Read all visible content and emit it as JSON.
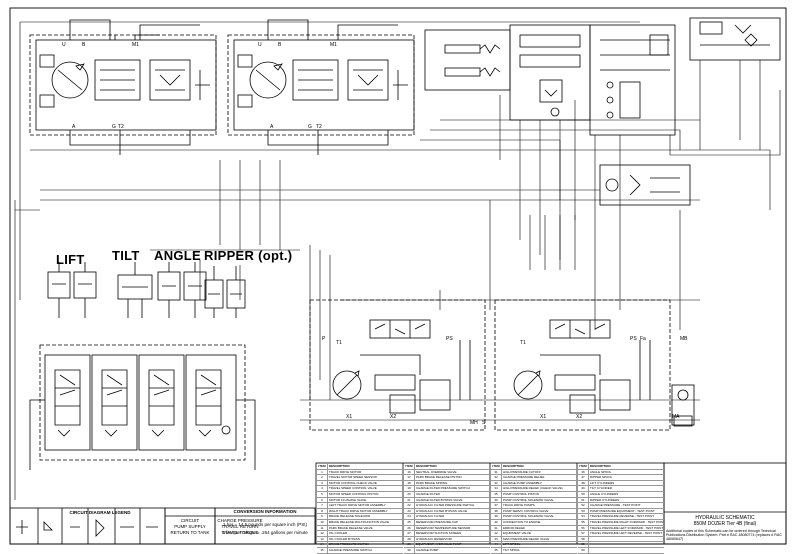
{
  "section_labels": {
    "lift": "LIFT",
    "tilt": "TILT",
    "angle": "ANGLE",
    "ripper": "RIPPER (opt.)"
  },
  "port_labels": {
    "u": "U",
    "b": "B",
    "m1": "M1",
    "a": "A",
    "g": "G",
    "t2": "T2",
    "t1": "T1",
    "p": "P",
    "ps": "PS",
    "x1": "X1",
    "x2": "X2",
    "mb": "MB",
    "s": "S",
    "fa": "Fa",
    "ma": "MA",
    "mh": "MH"
  },
  "title_block": {
    "title_line1": "HYDRAULIC SCHEMATIC",
    "title_line2": "850M DOZER Tier 4B (final)",
    "note": "Additional copies of this Schematic can be ordered through Technical Publications Distribution System. Part # RAC 48080774 (replaces # RAC 48080647)"
  },
  "conversion": {
    "title": "CONVERSION INFORMATION",
    "line1": "1 bar = 14.5 pounds per square inch (PSI)",
    "line2": "1 liter per minute = .264 gallons per minute"
  },
  "legend": {
    "title": "CIRCUIT DIAGRAM LEGEND",
    "items": [
      "CIRCUIT",
      "PUMP SUPPLY",
      "RETURN TO TANK",
      "CHARGE PRESSURE",
      "TRAVEL RETURN",
      "TRAVEL TORQUE"
    ]
  },
  "parts_table": {
    "header": [
      "ITEM",
      "DESCRIPTION"
    ],
    "columns": [
      [
        [
          "1",
          "TRACK DRIVE MOTOR"
        ],
        [
          "2",
          "TRAVEL MOTOR SPEED SENSOR"
        ],
        [
          "3",
          "MOTOR CONTROL CHECK VALVE"
        ],
        [
          "4",
          "TRAVEL SPEED CONTROL VALVE"
        ],
        [
          "5",
          "MOTOR SPEED CONTROL PISTON"
        ],
        [
          "6",
          "MOTOR FLUSHING VALVE"
        ],
        [
          "7",
          "LEFT TRACK DRIVE MOTOR ASSEMBLY"
        ],
        [
          "8",
          "RIGHT TRACK DRIVE MOTOR ASSEMBLY"
        ],
        [
          "9",
          "BRAKE RELEASE SOLENOID"
        ],
        [
          "10",
          "BRAKE RELEASE MULTIFUNCTION VALVE"
        ],
        [
          "11",
          "PARK BRAKE RELEASE VALVE"
        ],
        [
          "12",
          "OIL COOLER"
        ],
        [
          "13",
          "OIL COOLER BYPASS"
        ],
        [
          "14",
          "BRAKE PRESSURE SWITCH"
        ],
        [
          "15",
          "CHARGE PRESSURE SWITCH"
        ]
      ],
      [
        [
          "16",
          "NEUTRAL OVERRIDE VALVE"
        ],
        [
          "17",
          "PARK BRAKE RELEASE PISTON"
        ],
        [
          "18",
          "PARK BRAKE SPRING"
        ],
        [
          "19",
          "CHARGE FILTER PRESSURE SWITCH"
        ],
        [
          "20",
          "CHARGE FILTER"
        ],
        [
          "21",
          "CHARGE FILTER BYPASS VALVE"
        ],
        [
          "22",
          "HYDRAULIC FILTER PRESSURE SWITCH"
        ],
        [
          "23",
          "HYDRAULIC FILTER BYPASS VALVE"
        ],
        [
          "24",
          "HYDRAULIC FILTER"
        ],
        [
          "25",
          "RESERVOIR PRESSURE CAP"
        ],
        [
          "26",
          "RESERVOIR TEMPERATURE SENSOR"
        ],
        [
          "27",
          "RESERVOIR SUCTION SCREEN"
        ],
        [
          "28",
          "HYDRAULIC RESERVOIR"
        ],
        [
          "29",
          "EQUIPMENT HYDRAULIC PUMP"
        ],
        [
          "30",
          "CHARGE PUMP"
        ]
      ],
      [
        [
          "31",
          "HIGH PRESSURE CUTOFF"
        ],
        [
          "32",
          "CHARGE PRESSURE RELIEF"
        ],
        [
          "33",
          "CHARGE PUMP ASSEMBLY"
        ],
        [
          "34",
          "HIGH PRESSURE RELIEF (CHECK VALVE)"
        ],
        [
          "35",
          "PUMP CONTROL PISTON"
        ],
        [
          "36",
          "PUMP CONTROL SOLENOID VALVE"
        ],
        [
          "37",
          "TRACK DRIVE PUMPS"
        ],
        [
          "38",
          "PUMP SERVO CONTROL VALVE"
        ],
        [
          "39",
          "PUMP CONTROL SOLENOID VALVE"
        ],
        [
          "40",
          "CONNECTION TO ENGINE"
        ],
        [
          "41",
          "ERROR RELIEF"
        ],
        [
          "42",
          "EQUIPMENT VALVE"
        ],
        [
          "43",
          "MAIN PRESSURE RELIEF VALVE"
        ],
        [
          "44",
          "LIFT SPOOL"
        ],
        [
          "45",
          "TILT SPOOL"
        ]
      ],
      [
        [
          "46",
          "ANGLE SPOOL"
        ],
        [
          "47",
          "RIPPER SPOOL"
        ],
        [
          "48",
          "LIFT CYLINDERS"
        ],
        [
          "49",
          "TILT CYLINDER"
        ],
        [
          "50",
          "ANGLE CYLINDERS"
        ],
        [
          "51",
          "RIPPER CYLINDERS"
        ],
        [
          "52",
          "CHARGE PRESSURE - TEST POINT"
        ],
        [
          "53",
          "PUMP PRESSURE EQUIPMENT - TEST POINT"
        ],
        [
          "54",
          "TRAVEL PRESSURE REVERSE - TEST POINT"
        ],
        [
          "55",
          "TRAVEL PRESSURE RIGHT FORWARD - TEST POINT"
        ],
        [
          "56",
          "TRAVEL PRESSURE LEFT FORWARD - TEST POINT"
        ],
        [
          "57",
          "TRAVEL PRESSURE LEFT REVERSE - TEST POINT"
        ],
        [
          "58",
          ""
        ],
        [
          "59",
          ""
        ],
        [
          "60",
          ""
        ]
      ]
    ]
  }
}
